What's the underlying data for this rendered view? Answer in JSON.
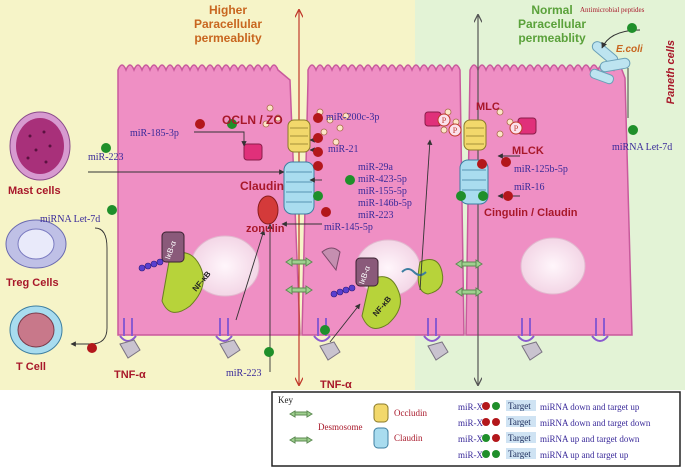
{
  "colors": {
    "left_panel": "#f6f4c8",
    "right_panel": "#e3f3d6",
    "cell_fill": "#ef8fc4",
    "cell_stroke": "#c85a9c",
    "mirna_text": "#3a2a9a",
    "up_green": "#1f8f2a",
    "down_red": "#b3171b",
    "orange_title": "#c8661f",
    "green_title": "#5aa13a",
    "red_label": "#a8182a"
  },
  "titles": {
    "left_line1": "Higher",
    "left_line2": "Paracellular",
    "left_line3": "permeablity",
    "right_line1": "Normal",
    "right_line2": "Paracellular",
    "right_line3": "permeablity"
  },
  "labels": {
    "ocln_zo": "OCLN / ZO",
    "claudin": "Claudin",
    "zonulin": "zonulin",
    "mlc": "MLC",
    "mlck": "MLCK",
    "cingulin_claudin": "Cingulin / Claudin",
    "mast_cells": "Mast cells",
    "treg_cells": "Treg Cells",
    "t_cell": "T Cell",
    "tnf_left": "TNF-α",
    "tnf_mid": "TNF-α",
    "paneth_cells": "Paneth cells",
    "ecoli": "E.coli",
    "antimicrobial": "Antimicrobial peptides",
    "nfkb1": "NF-κB",
    "ikb1": "IκB-α",
    "nfkb2": "NF-κB",
    "ikb2": "IκB-α",
    "p1": "P",
    "p2": "P",
    "p3": "P"
  },
  "mirnas": {
    "mir185": "miR-185-3p",
    "mir223_a": "miR-223",
    "mir200c": "miR-200c-3p",
    "mir21": "miR-21",
    "mir29a": "miR-29a",
    "mir423": "miR-423-5p",
    "mir155": "miR-155-5p",
    "mir146b": "miR-146b-5p",
    "mir223_b": "miR-223",
    "mir145": "miR-145-5p",
    "mir223_c": "miR-223",
    "let7d_a": "miRNA Let-7d",
    "let7d_b": "miRNA Let-7d",
    "mir125b": "miR-125b-5p",
    "mir16": "miR-16"
  },
  "key": {
    "title": "Key",
    "desmosome": "Desmosome",
    "occludin": "Occludin",
    "claudin": "Claudin",
    "rows": [
      {
        "mir": "miR-X",
        "target": "Target",
        "desc": "miRNA down and target up"
      },
      {
        "mir": "miR-X",
        "target": "Target",
        "desc": "miRNA down and target down"
      },
      {
        "mir": "miR-X",
        "target": "Target",
        "desc": "miRNA up and target down"
      },
      {
        "mir": "miR-X",
        "target": "Target",
        "desc": "miRNA up and target up"
      }
    ]
  }
}
